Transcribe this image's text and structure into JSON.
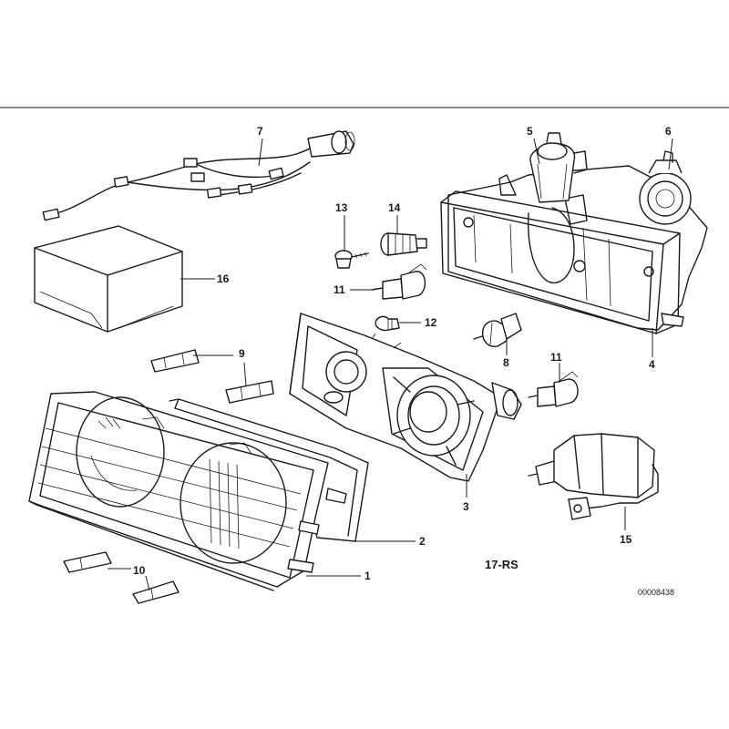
{
  "diagram": {
    "callouts": [
      "1",
      "2",
      "3",
      "4",
      "5",
      "6",
      "7",
      "8",
      "9",
      "10",
      "11",
      "11",
      "12",
      "13",
      "14",
      "15",
      "16"
    ],
    "group_code": "17-RS",
    "reference_number": "00008438"
  }
}
